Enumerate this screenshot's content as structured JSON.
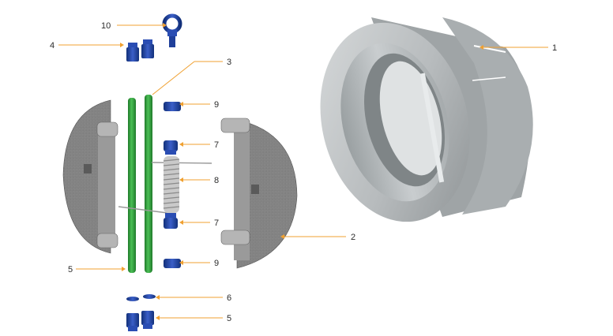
{
  "diagram": {
    "callouts": [
      {
        "id": "c1",
        "label": "1"
      },
      {
        "id": "c2",
        "label": "2"
      },
      {
        "id": "c3",
        "label": "3"
      },
      {
        "id": "c4",
        "label": "4"
      },
      {
        "id": "c5a",
        "label": "5"
      },
      {
        "id": "c5b",
        "label": "5"
      },
      {
        "id": "c6",
        "label": "6"
      },
      {
        "id": "c7a",
        "label": "7"
      },
      {
        "id": "c7b",
        "label": "7"
      },
      {
        "id": "c8",
        "label": "8"
      },
      {
        "id": "c9a",
        "label": "9"
      },
      {
        "id": "c9b",
        "label": "9"
      },
      {
        "id": "c10",
        "label": "10"
      }
    ],
    "colors": {
      "leader": "#f0a030",
      "body_ring": "#b9bdbf",
      "disc": "#8e8e8e",
      "shaft": "#2f9a3a",
      "fitting": "#1f3f9a",
      "spring": "#b8b8b8"
    }
  }
}
